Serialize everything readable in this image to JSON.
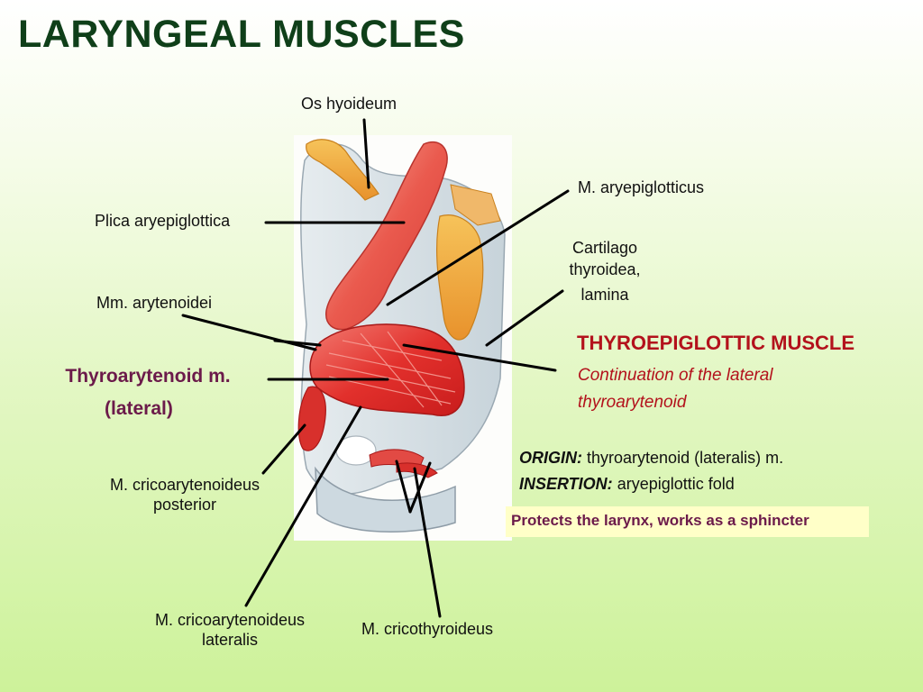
{
  "slide": {
    "title": "LARYNGEAL MUSCLES",
    "labels": {
      "os_hyoideum": "Os hyoideum",
      "m_aryepiglotticus": "M. aryepiglotticus",
      "plica_aryepiglottica": "Plica aryepiglottica",
      "cartilago_line1": "Cartilago",
      "cartilago_line2": "thyroidea,",
      "cartilago_line3": "lamina",
      "mm_arytenoidei": "Mm. arytenoidei",
      "thyroarytenoid_line1": "Thyroarytenoid m.",
      "thyroarytenoid_line2": "(lateral)",
      "cricoaryt_post_line1": "M. cricoarytenoideus",
      "cricoaryt_post_line2": "posterior",
      "cricoaryt_lat_line1": "M. cricoarytenoideus",
      "cricoaryt_lat_line2": "lateralis",
      "m_cricothyroideus": "M. cricothyroideus"
    },
    "thyroepiglottic": {
      "heading": "THYROEPIGLOTTIC MUSCLE",
      "desc_line1": "Continuation of the lateral",
      "desc_line2": "thyroarytenoid"
    },
    "origin": {
      "label": "ORIGIN:",
      "text": "thyroarytenoid (lateralis) m."
    },
    "insertion": {
      "label": "INSERTION:",
      "text": "aryepiglottic fold"
    },
    "function_note": "Protects the larynx, works as a sphincter",
    "colors": {
      "title": "#0f3f19",
      "heading_red": "#b3121c",
      "label_purple": "#6b1a4a",
      "note_bg": "#ffffc8",
      "muscle_red": "#e03a3a",
      "cartilage_orange": "#f0a43a",
      "leader_line": "#000000"
    }
  }
}
